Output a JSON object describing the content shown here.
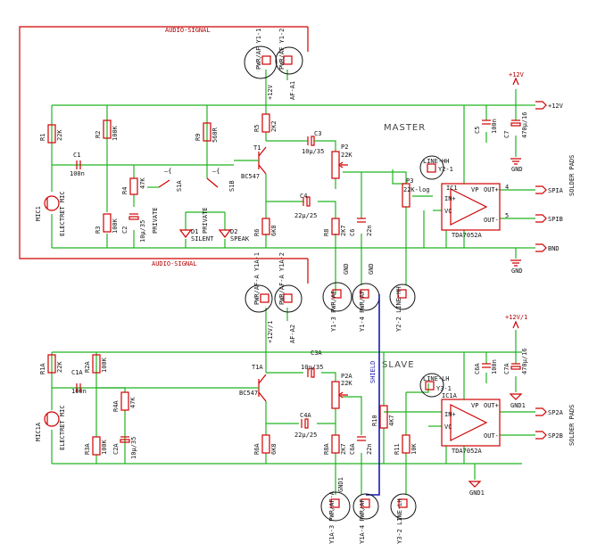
{
  "signals": {
    "audio_signal_top": "AUDIO-SIGNAL",
    "audio_signal_mid": "AUDIO-SIGNAL",
    "shield": "SHIELD"
  },
  "sections": {
    "master": "MASTER",
    "slave": "SLAVE"
  },
  "side_labels": {
    "solder_pads_top": "SOLDER PADS",
    "solder_pads_bottom": "SOLDER PADS"
  },
  "master": {
    "connectors": {
      "pwr_af_top": "PWR/AF Y1-1",
      "pwr_af_top2": "PWR/AF Y1-2",
      "plus12v": "+12V",
      "af_a1": "AF-A1",
      "y1_3": "Y1-3 PWR/AF",
      "y1_4": "Y1-4 PWR/AF",
      "y2_2": "Y2-2 LINE-HH",
      "line_hh": "LINE-HH",
      "y2_1": "Y2-1"
    },
    "parts": {
      "r1": "R1",
      "r1v": "22K",
      "r2": "R2",
      "r2v": "100K",
      "r3": "R3",
      "r3v": "100K",
      "r4": "R4",
      "r4v": "47K",
      "r5": "R5",
      "r5v": "2K2",
      "r6": "R6",
      "r6v": "6K8",
      "r8": "R8",
      "r8v": "2K7",
      "r9": "R9",
      "r9v": "560R",
      "c1": "C1",
      "c1v": "100n",
      "c2": "C2",
      "c2v": "10µ/35",
      "c3": "C3",
      "c3v": "10µ/35",
      "c4": "C4",
      "c4v": "22µ/25",
      "c6": "C6",
      "c6v": "22n",
      "c5": "C5",
      "c5v": "100n",
      "c7": "C7",
      "c7v": "470µ/16",
      "p2": "P2",
      "p2v": "22K",
      "p3": "P3",
      "p3v": "22K-log",
      "t1": "T1",
      "t1v": "BC547",
      "ic1": "IC1",
      "ic1v": "TDA7052A",
      "mic": "MIC1",
      "micv": "ELECTRET MIC",
      "s1a": "S1A",
      "s1b": "S1B",
      "private1": "PRIVATE",
      "private2": "PRIVATE",
      "d1": "D1",
      "d1v": "SILENT",
      "d2": "D2",
      "d2v": "SPEAK",
      "gnd": "GND",
      "gnd2": "GND",
      "spia": "SPIA",
      "spib": "SPIB",
      "bnd": "BND",
      "plus12v_r": "+12V",
      "plus12v_t": "+12V"
    }
  },
  "slave": {
    "connectors": {
      "pwr_af_a1": "PWR/AF-A Y1A-1",
      "pwr_af_a2": "PWR/AF-A Y1A-2",
      "plus12v1": "+12V/1",
      "af_a2": "AF-A2",
      "y1a_3": "Y1A-3 PWR/AF-A",
      "y1a_4": "Y1A-4 PWR/AF",
      "y3_2": "Y3-2 LINE-LH",
      "line_lh": "LINE-LH",
      "y3_1": "Y3-1"
    },
    "parts": {
      "r1a": "R1A",
      "r1av": "22K",
      "r2a": "R2A",
      "r2av": "100K",
      "r3a": "R3A",
      "r3av": "100K",
      "r4a": "R4A",
      "r4av": "47K",
      "r6a": "R6A",
      "r6av": "6K8",
      "r8a": "R8A",
      "r8av": "2K7",
      "r10": "R10",
      "r10v": "4K7",
      "r11": "R11",
      "r11v": "10K",
      "c1a": "C1A",
      "c1av": "100n",
      "c2a": "C2A",
      "c2av": "10µ/35",
      "c3a": "C3A",
      "c3av": "10µ/35",
      "c4a": "C4A",
      "c4av": "22µ/25",
      "c6a": "C6A",
      "c6av": "22n",
      "c5a": "C6A",
      "c5av": "100n",
      "c7a": "C7A",
      "c7av": "470µ/16",
      "p2a": "P2A",
      "p2av": "22K",
      "t1a": "T1A",
      "t1av": "BC547",
      "ic1a": "IC1A",
      "ic1av": "TDA7052A",
      "mic": "MIC1A",
      "micv": "ELECTRET MIC",
      "gnd1": "GND1",
      "gnd1b": "GND1",
      "gnd1c": "GND1",
      "sp2a": "SP2A",
      "sp2b": "SP2B",
      "plus12v1": "+12V/1"
    }
  },
  "colors": {
    "wire": "#22b322",
    "part": "#d00000",
    "shield": "#1a1ab0"
  }
}
